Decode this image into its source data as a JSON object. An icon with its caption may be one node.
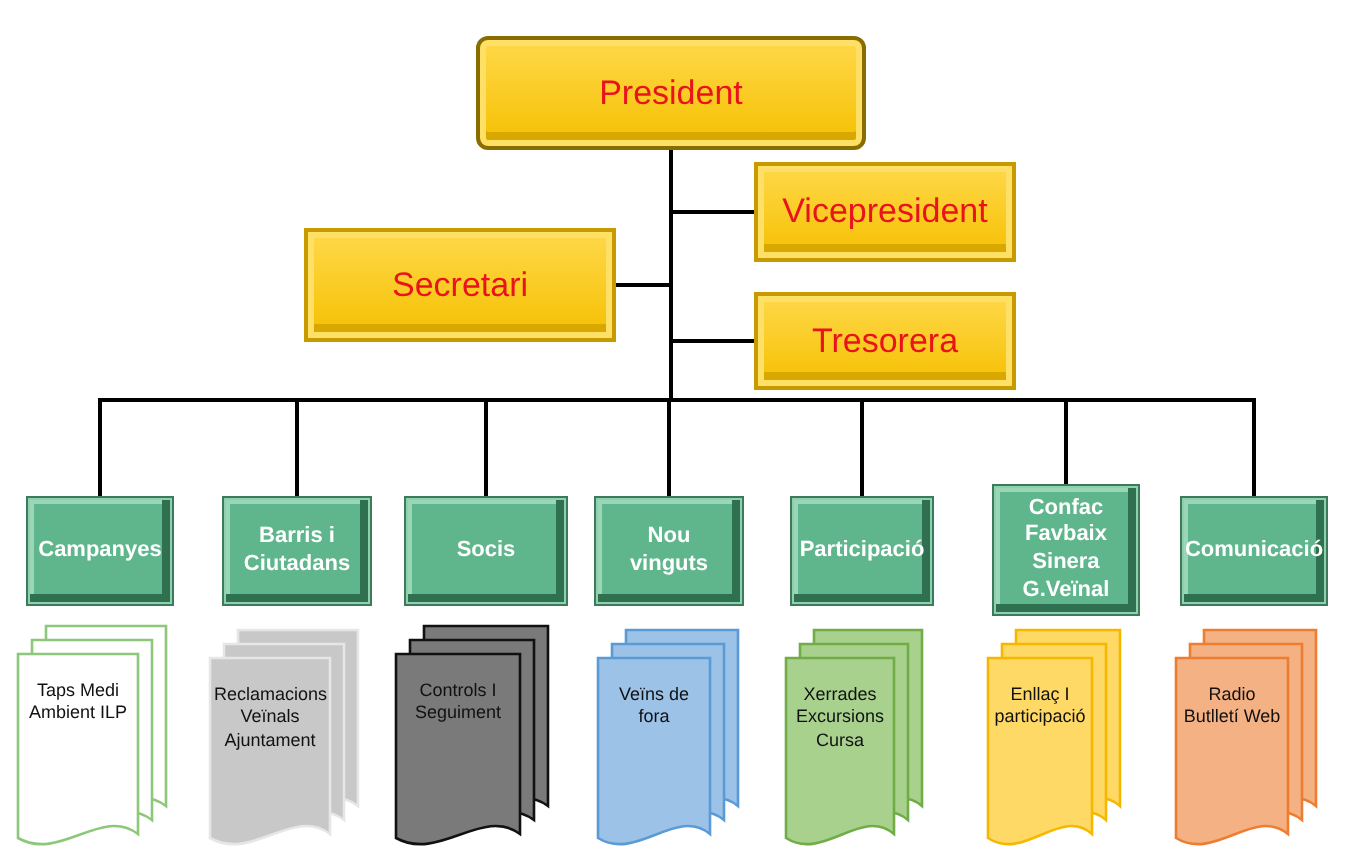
{
  "diagram": {
    "nodes": [
      {
        "text": [
          "President"
        ]
      },
      {
        "text": [
          "Vicepresident"
        ]
      },
      {
        "text": [
          "Secretari"
        ]
      },
      {
        "text": [
          "Tresorera"
        ]
      },
      {
        "text": [
          "Campanyes"
        ]
      },
      {
        "text": [
          "Barris i Ciutadans"
        ]
      },
      {
        "text": [
          "Socis"
        ]
      },
      {
        "text": [
          "Nou vinguts"
        ]
      },
      {
        "text": [
          "Participació"
        ]
      },
      {
        "text": [
          "Confac Favbaix Sinera G.Veïnal"
        ]
      },
      {
        "text": [
          "Comunicació"
        ]
      },
      {
        "text": [
          "Taps Medi Ambient ILP"
        ]
      },
      {
        "text": [
          "Reclamacions Veïnals Ajuntament"
        ]
      },
      {
        "text": [
          "Controls I Seguiment"
        ]
      },
      {
        "text": [
          "Veïns de fora"
        ]
      },
      {
        "text": [
          "Xerrades Excursions Cursa"
        ]
      },
      {
        "text": [
          "Enllaç I participació"
        ]
      },
      {
        "text": [
          "Radio Butlletí Web"
        ]
      }
    ],
    "edges": [
      {
        "from": 0,
        "to": 1,
        "arrow": "none"
      },
      {
        "from": 0,
        "to": 2,
        "arrow": "none"
      },
      {
        "from": 0,
        "to": 3,
        "arrow": "none"
      },
      {
        "from": 0,
        "to": 4,
        "arrow": "none"
      },
      {
        "from": 0,
        "to": 5,
        "arrow": "none"
      },
      {
        "from": 0,
        "to": 6,
        "arrow": "none"
      },
      {
        "from": 0,
        "to": 7,
        "arrow": "none"
      },
      {
        "from": 0,
        "to": 8,
        "arrow": "none"
      },
      {
        "from": 0,
        "to": 9,
        "arrow": "none"
      },
      {
        "from": 0,
        "to": 10,
        "arrow": "none"
      }
    ]
  }
}
